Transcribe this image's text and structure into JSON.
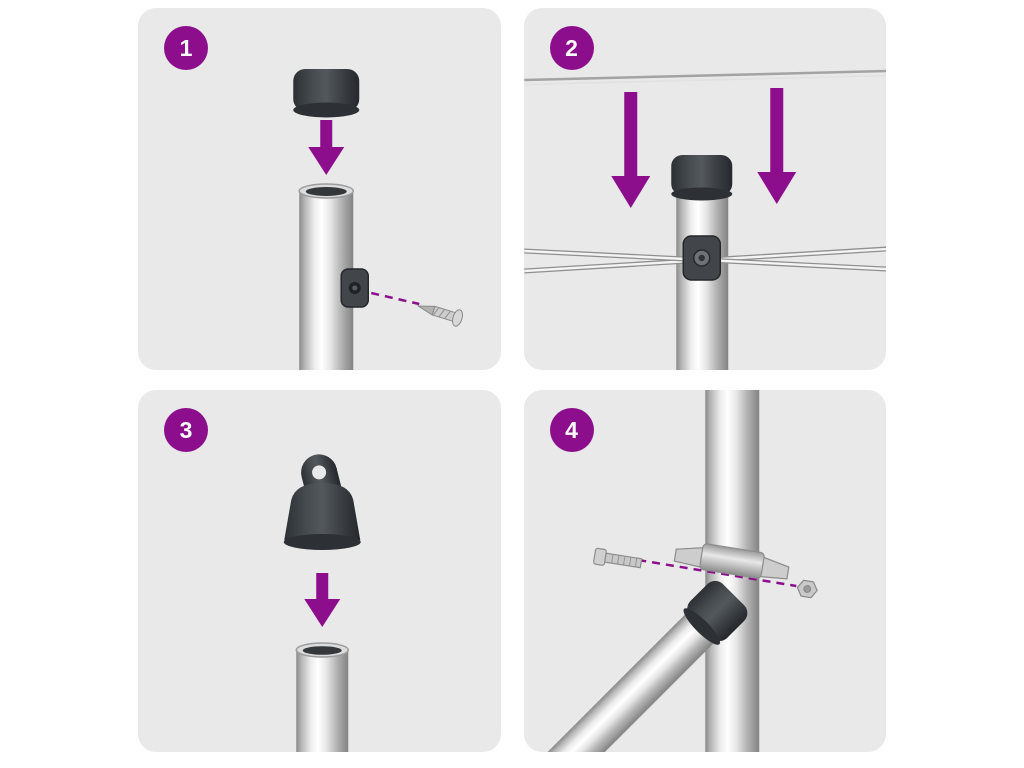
{
  "sheet": {
    "kind": "assembly-instruction-diagram",
    "colors": {
      "accent_purple": "#8C0E8C",
      "panel_background": "#E9E9E9",
      "page_background": "#FFFFFF",
      "cap_dark": "#3C4044",
      "metal_light": "#DCDCDC"
    }
  },
  "steps": [
    {
      "label": "1",
      "parts": [
        "end-cap",
        "down-arrow-icon",
        "pole-open-top",
        "clamp",
        "screw",
        "dashed-guide-line"
      ]
    },
    {
      "label": "2",
      "parts": [
        "top-wire",
        "down-arrow-icon",
        "down-arrow-icon",
        "capped-pole",
        "clamp",
        "wires"
      ]
    },
    {
      "label": "3",
      "parts": [
        "eyelet-cap",
        "down-arrow-icon",
        "pole-open-top"
      ]
    },
    {
      "label": "4",
      "parts": [
        "vertical-pole",
        "brace-pole",
        "elbow-connector",
        "clamp-band",
        "bolt",
        "nut",
        "dashed-guide-line"
      ]
    }
  ]
}
